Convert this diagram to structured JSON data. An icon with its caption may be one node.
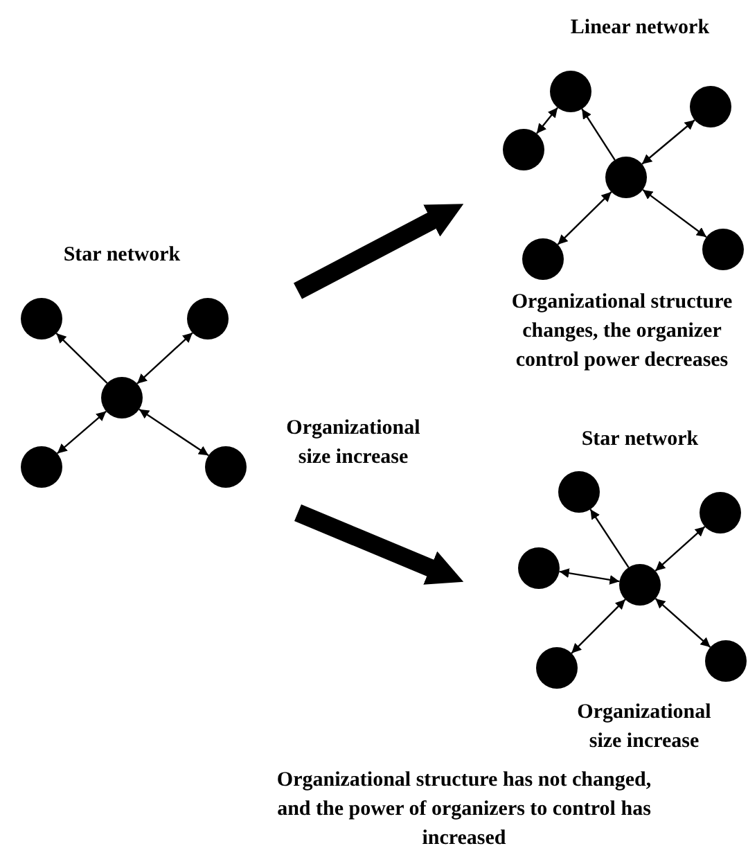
{
  "diagram": {
    "nodes": [
      {
        "text": [],
        "shape": "circle"
      },
      {
        "text": [],
        "shape": "circle"
      },
      {
        "text": [],
        "shape": "circle"
      },
      {
        "text": [],
        "shape": "circle"
      },
      {
        "text": [],
        "shape": "circle"
      },
      {
        "text": [],
        "shape": "circle"
      },
      {
        "text": [],
        "shape": "circle"
      },
      {
        "text": [],
        "shape": "circle"
      },
      {
        "text": [],
        "shape": "circle"
      },
      {
        "text": [],
        "shape": "circle"
      },
      {
        "text": [],
        "shape": "circle"
      },
      {
        "text": [],
        "shape": "circle"
      },
      {
        "text": [],
        "shape": "circle"
      },
      {
        "text": [],
        "shape": "circle"
      },
      {
        "text": [],
        "shape": "circle"
      },
      {
        "text": [],
        "shape": "circle"
      },
      {
        "text": [],
        "shape": "circle"
      }
    ],
    "edges": [
      {
        "from": 2,
        "to": 0,
        "arrow": "to"
      },
      {
        "from": 2,
        "to": 1,
        "arrow": "both"
      },
      {
        "from": 2,
        "to": 3,
        "arrow": "both"
      },
      {
        "from": 2,
        "to": 4,
        "arrow": "both"
      },
      {
        "from": 8,
        "to": 5,
        "arrow": "to"
      },
      {
        "from": 5,
        "to": 7,
        "arrow": "both"
      },
      {
        "from": 8,
        "to": 6,
        "arrow": "both"
      },
      {
        "from": 8,
        "to": 9,
        "arrow": "both"
      },
      {
        "from": 8,
        "to": 10,
        "arrow": "both"
      },
      {
        "from": 14,
        "to": 11,
        "arrow": "to"
      },
      {
        "from": 14,
        "to": 12,
        "arrow": "both"
      },
      {
        "from": 14,
        "to": 13,
        "arrow": "both"
      },
      {
        "from": 14,
        "to": 15,
        "arrow": "both"
      },
      {
        "from": 14,
        "to": 16,
        "arrow": "both"
      }
    ],
    "labels": [
      "Linear network",
      "Star network",
      "Organizational structure changes, the organizer control power decreases",
      "Organizational size increase",
      "Star network",
      "Organizational size increase",
      "Organizational structure has not changed, and the power of organizers to control has increased"
    ]
  }
}
